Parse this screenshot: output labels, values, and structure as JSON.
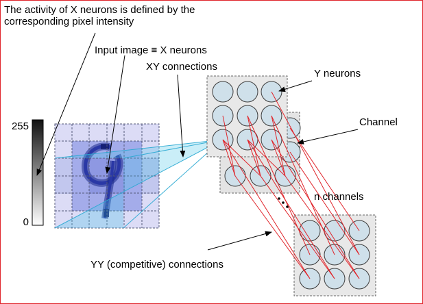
{
  "labels": {
    "activity_line1": "The activity of X neurons is defined by the",
    "activity_line2": "corresponding pixel intensity",
    "input_image": "Input image ≡ X neurons",
    "xy_connections": "XY connections",
    "y_neurons": "Y neurons",
    "channel": "Channel",
    "n_channels": "n channels",
    "yy_connections": "YY (competitive) connections"
  },
  "colorbar": {
    "max_label": "255",
    "min_label": "0"
  },
  "colors": {
    "frame_border": "#e0242a",
    "connection_line": "#e0242a",
    "neuron_fill": "#cfe0ea",
    "layer_fill": "#e8e8e8",
    "xy_cone": "#3fc2e6",
    "input_grid_fill": "#7a86d8",
    "digit_stroke": "#202a90"
  }
}
